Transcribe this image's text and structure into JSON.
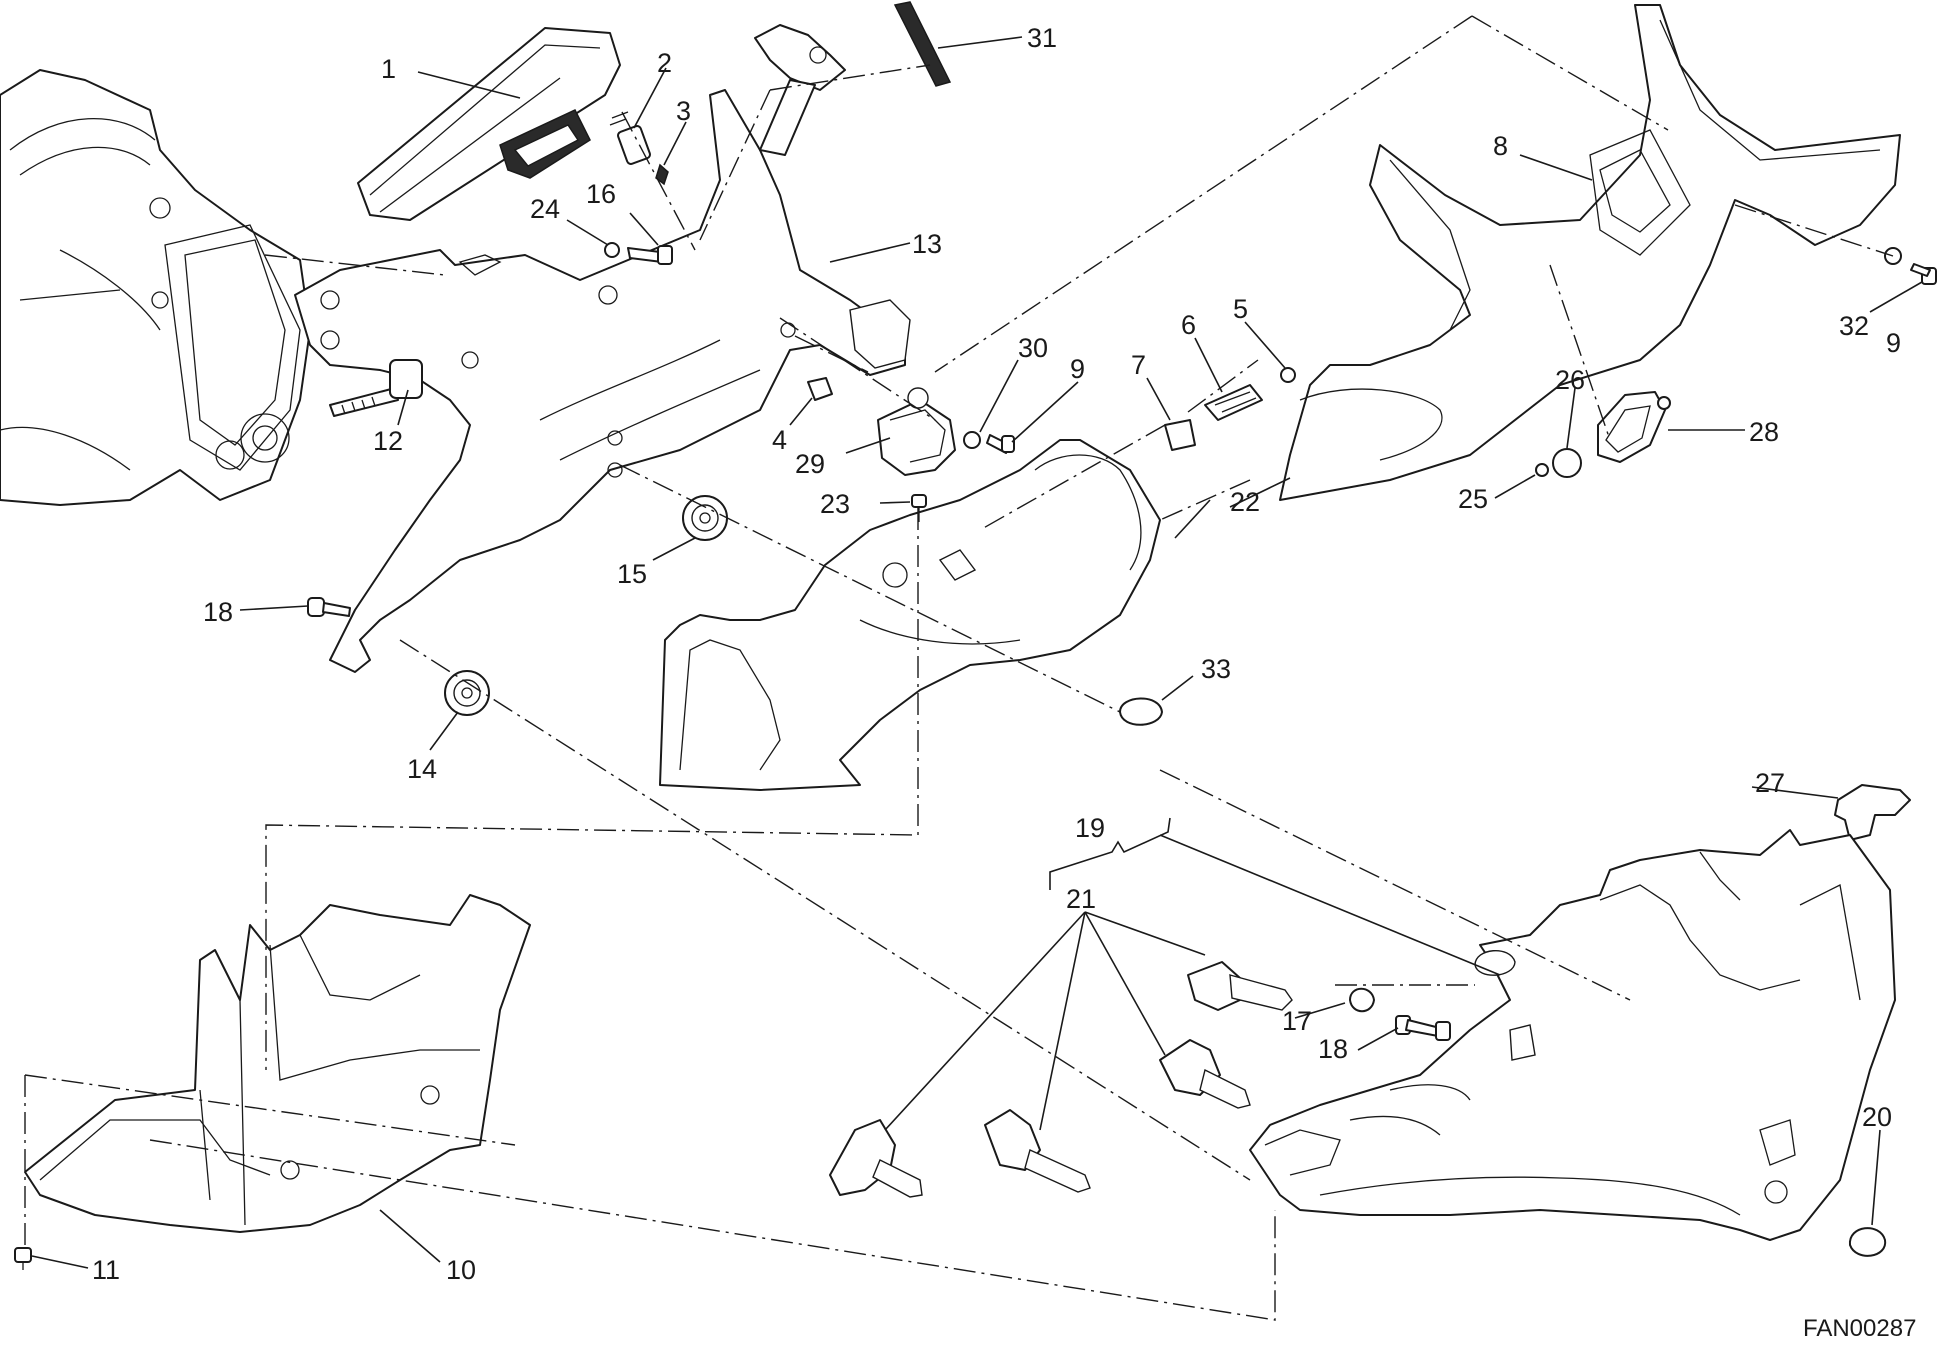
{
  "diagram": {
    "drawing_code": "FAN00287",
    "callouts": {
      "c1": "1",
      "c2": "2",
      "c3": "3",
      "c4": "4",
      "c5": "5",
      "c6": "6",
      "c7": "7",
      "c8": "8",
      "c9a": "9",
      "c9b": "9",
      "c10": "10",
      "c11": "11",
      "c12": "12",
      "c13": "13",
      "c14": "14",
      "c15": "15",
      "c16": "16",
      "c17": "17",
      "c18a": "18",
      "c18b": "18",
      "c19": "19",
      "c20": "20",
      "c21": "21",
      "c22": "22",
      "c23": "23",
      "c24": "24",
      "c25": "25",
      "c26": "26",
      "c27": "27",
      "c28": "28",
      "c29": "29",
      "c30": "30",
      "c31": "31",
      "c32": "32",
      "c33": "33"
    }
  }
}
